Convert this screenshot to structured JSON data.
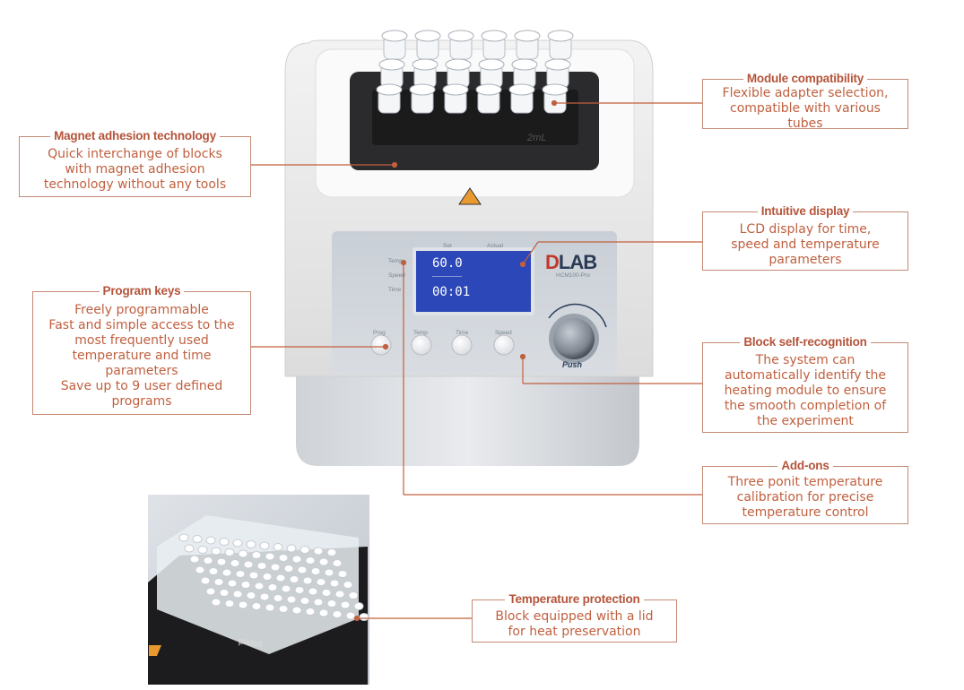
{
  "callouts": {
    "module": {
      "title": "Module compatibility",
      "lines": [
        "Flexible adapter selection,",
        "compatible with various",
        "tubes"
      ]
    },
    "magnet": {
      "title": "Magnet adhesion technology",
      "lines": [
        "Quick interchange of blocks",
        "with magnet adhesion",
        "technology without any tools"
      ]
    },
    "display": {
      "title": "Intuitive display",
      "lines": [
        "LCD display for time,",
        "speed and temperature",
        "parameters"
      ]
    },
    "program": {
      "title": "Program keys",
      "lines": [
        "Freely programmable",
        "Fast and simple access to the",
        "most frequently used",
        "temperature and time",
        "parameters",
        "Save up to 9 user defined",
        "programs"
      ]
    },
    "recog": {
      "title": "Block self-recognition",
      "lines": [
        "The system can",
        "automatically identify the",
        "heating module to ensure",
        "the smooth completion of",
        "the experiment"
      ]
    },
    "addons": {
      "title": "Add-ons",
      "lines": [
        "Three ponit temperature",
        "calibration for precise",
        "temperature control"
      ]
    },
    "protect": {
      "title": "Temperature protection",
      "lines": [
        "Block equipped with a lid",
        "for heat preservation"
      ]
    }
  },
  "device": {
    "lcd_temp": "60.0",
    "lcd_dash": "_____",
    "lcd_time": "00:01",
    "lcd_set": "Set",
    "lcd_actual": "Actual",
    "side_temp": "Temp",
    "side_speed": "Speed",
    "side_time": "Time",
    "brand_a": "D",
    "brand_b": "LAB",
    "model": "HCM100-Pro",
    "btn_prog": "Prog",
    "btn_temp": "Temp",
    "btn_time": "Time",
    "btn_speed": "Speed",
    "push": "Push",
    "block_label": "2mL",
    "plates_label": "plates"
  },
  "colors": {
    "accent": "#c0603f",
    "border": "#c48a74",
    "lcd": "#2b47b8"
  }
}
